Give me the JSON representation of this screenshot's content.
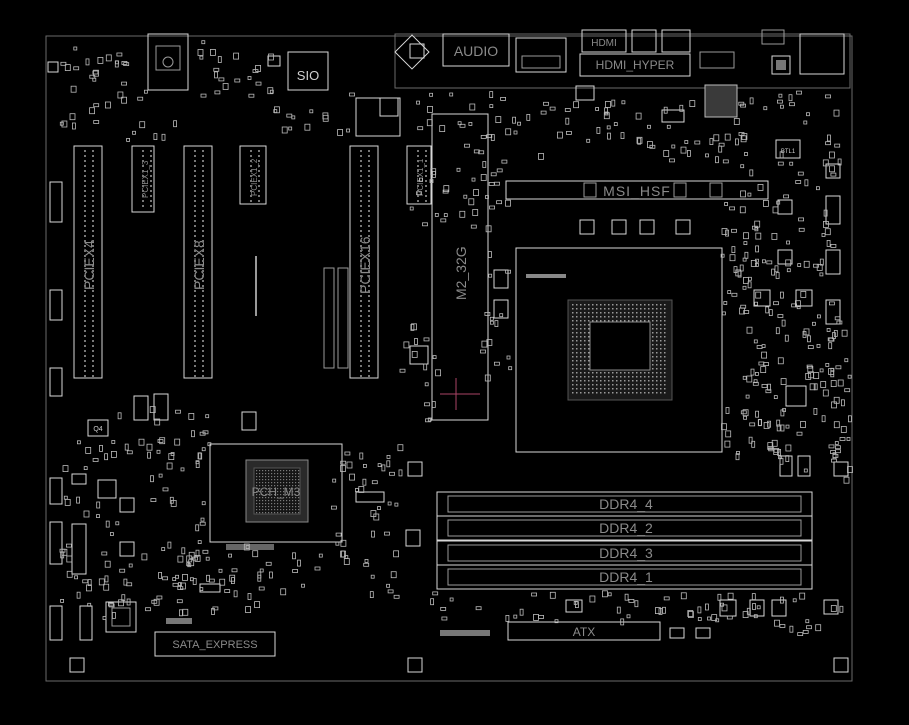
{
  "board": {
    "labels": {
      "sio": "SIO",
      "audio": "AUDIO",
      "hdmi_hyper": "HDMI_HYPER",
      "hdmi_top": "HDMI",
      "msi_hsf": "MSI_HSF",
      "btl1": "BTL1",
      "ddr4_4": "DDR4_4",
      "ddr4_2": "DDR4_2",
      "ddr4_3": "DDR4_3",
      "ddr4_1": "DDR4_1",
      "atx": "ATX",
      "sata_express": "SATA_EXPRESS",
      "pciex4": "PCIEX4",
      "pciex8": "PCIEX8",
      "pciex16": "PCIEX16",
      "pciex1_1": "PCIEX1_1",
      "pciex1_2": "PCIEX1_2",
      "pciex1_3": "PCIEX1_3",
      "m2": "M2_32G",
      "pch": "PCH_M3",
      "q4": "Q4"
    }
  },
  "colors": {
    "background": "#000000",
    "outline": "#d8d8d8",
    "label": "#8a8a8a"
  }
}
